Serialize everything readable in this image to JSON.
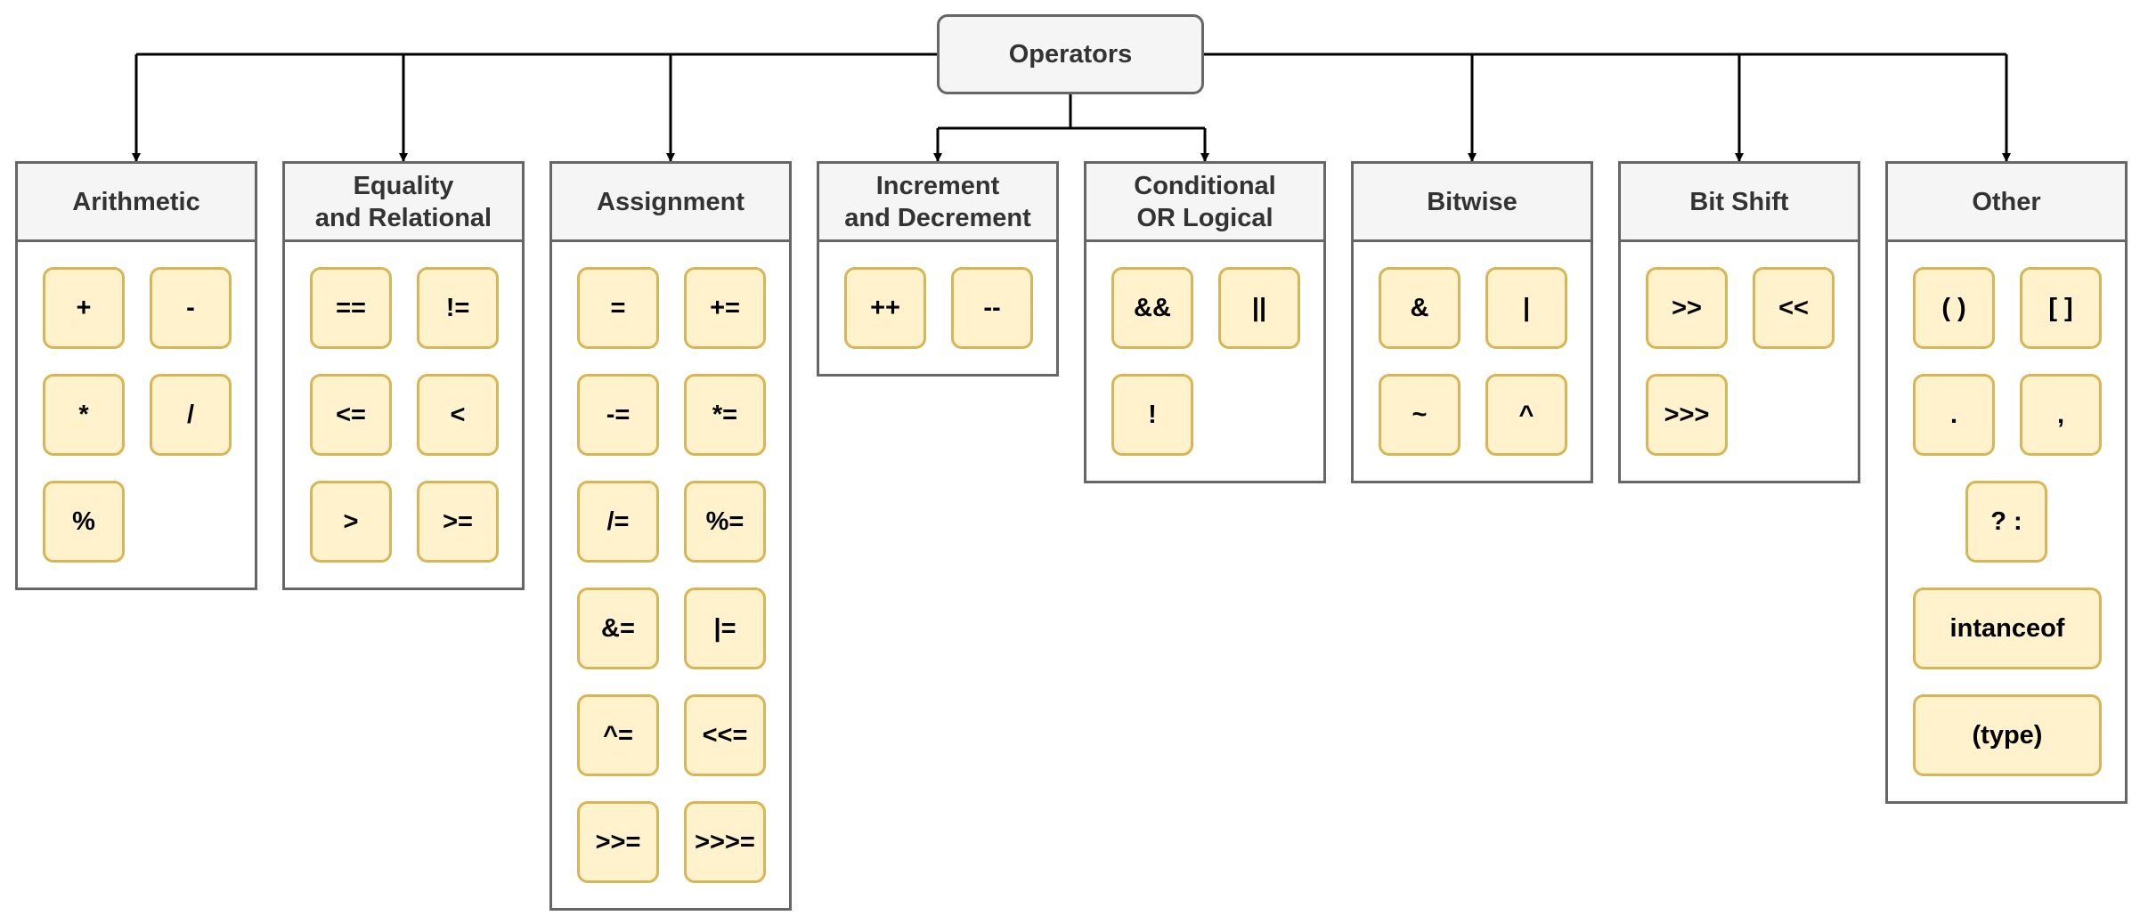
{
  "root": {
    "label": "Operators"
  },
  "categories": [
    {
      "key": "arithmetic",
      "title": "Arithmetic",
      "operators": [
        "+",
        "-",
        "*",
        "/",
        "%"
      ]
    },
    {
      "key": "equality",
      "title": "Equality\nand Relational",
      "operators": [
        "==",
        "!=",
        "<=",
        "<",
        ">",
        ">="
      ]
    },
    {
      "key": "assignment",
      "title": "Assignment",
      "operators": [
        "=",
        "+=",
        "-=",
        "*=",
        "/=",
        "%=",
        "&=",
        "|=",
        "^=",
        "<<=",
        ">>=",
        ">>>="
      ]
    },
    {
      "key": "increment",
      "title": "Increment\nand Decrement",
      "operators": [
        "++",
        "--"
      ]
    },
    {
      "key": "conditional",
      "title": "Conditional\nOR Logical",
      "operators": [
        "&&",
        "||",
        "!"
      ]
    },
    {
      "key": "bitwise",
      "title": "Bitwise",
      "operators": [
        "&",
        "|",
        "~",
        "^"
      ]
    },
    {
      "key": "bitshift",
      "title": "Bit Shift",
      "operators": [
        ">>",
        "<<",
        ">>>"
      ]
    },
    {
      "key": "other",
      "title": "Other",
      "operators": [
        "( )",
        "[ ]",
        ".",
        ",",
        "? :",
        "intanceof",
        "(type)"
      ]
    }
  ],
  "colors": {
    "header_fill": "#f5f5f5",
    "border": "#666666",
    "operator_fill": "#fff2cc",
    "operator_border": "#d6b656",
    "connector": "#000000"
  }
}
